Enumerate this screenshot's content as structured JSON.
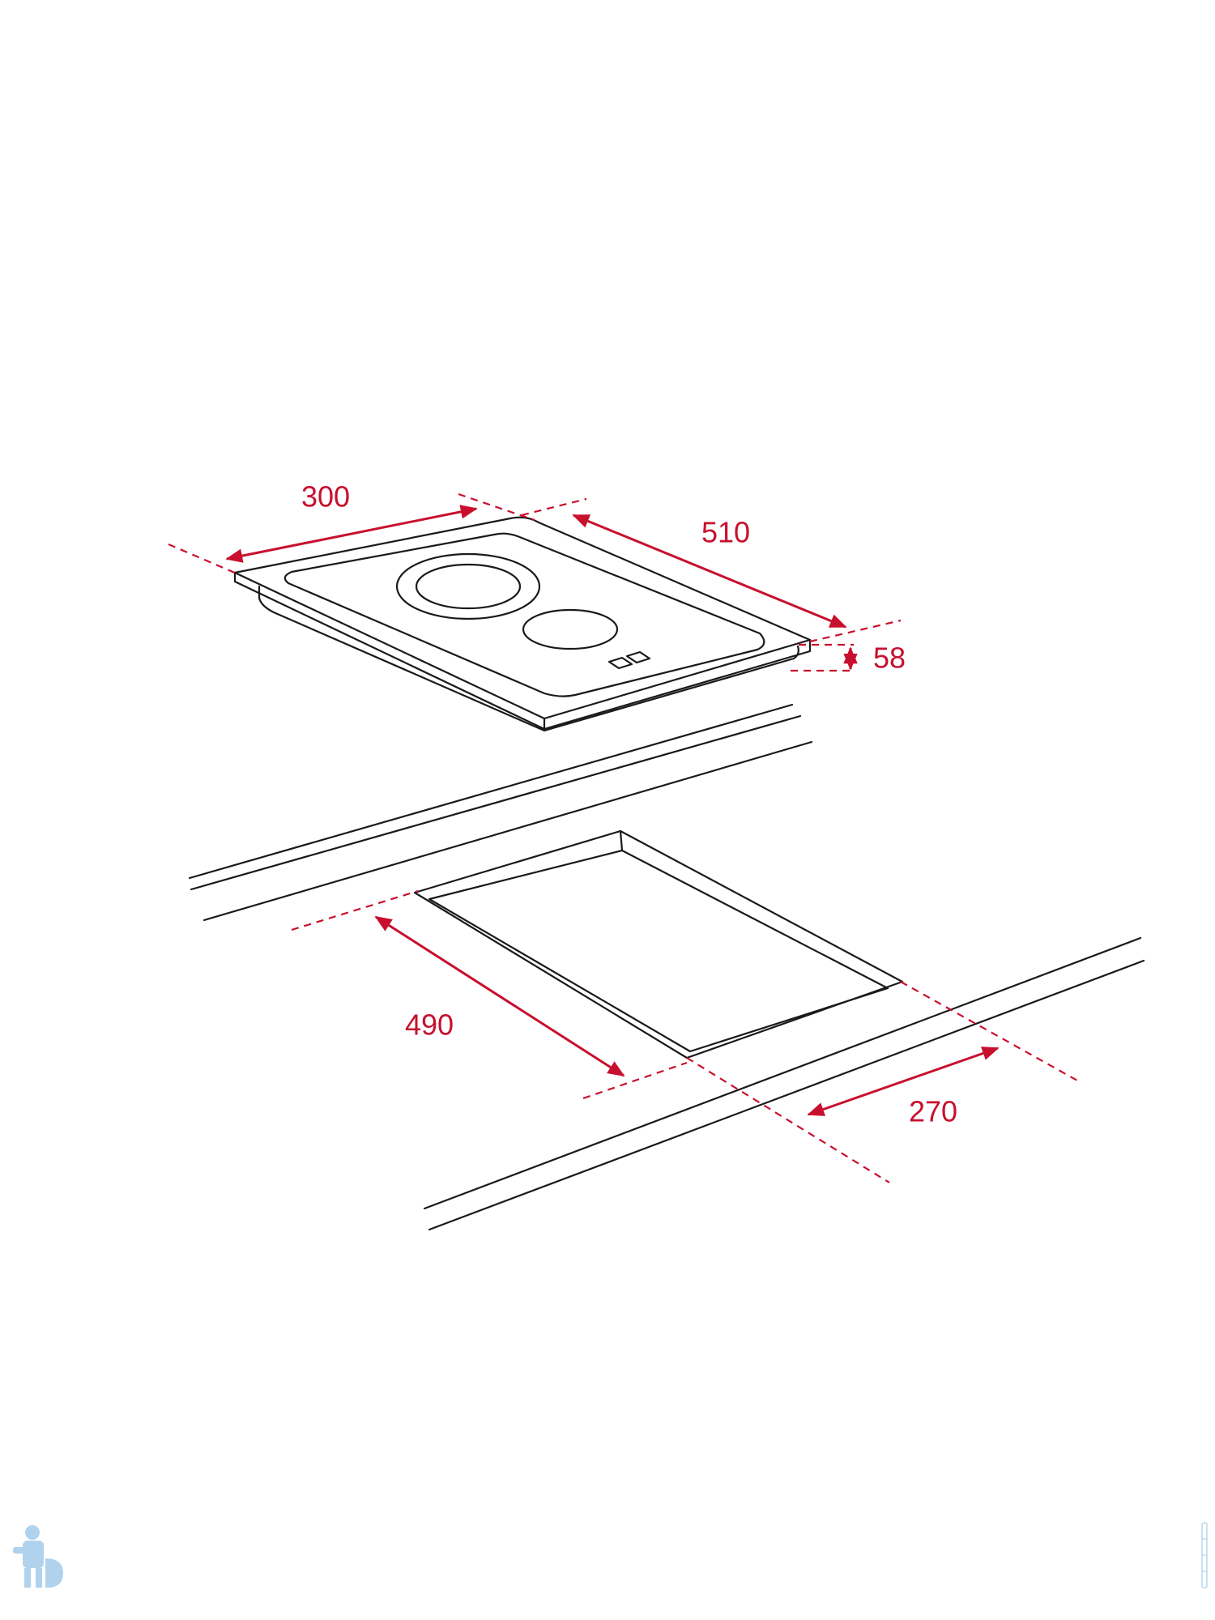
{
  "colors": {
    "outline": "#1a1a1a",
    "dimension": "#c8102e",
    "watermark": "#9ec7e8"
  },
  "dimensions": {
    "hob_width": "300",
    "hob_depth": "510",
    "hob_height": "58",
    "cutout_depth": "490",
    "cutout_width": "270"
  },
  "icons": {
    "watermark_logo": "plumber-mascot-icon",
    "watermark_side_text": "vertical-watermark-text-icon"
  }
}
